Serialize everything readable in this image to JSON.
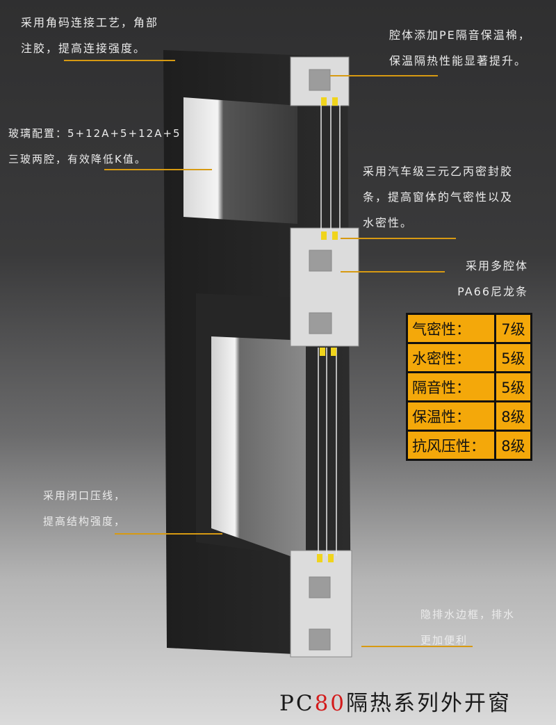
{
  "callouts": {
    "corner": [
      "采用角码连接工艺，角部",
      "注胶，提高连接强度。"
    ],
    "pe_insulation": [
      "腔体添加PE隔音保温棉，",
      "保温隔热性能显著提升。"
    ],
    "glass": [
      "玻璃配置：5+12A+5+12A+5",
      "三玻两腔，有效降低K值。"
    ],
    "seal": [
      "采用汽车级三元乙丙密封胶",
      "条，提高窗体的气密性以及",
      "水密性。"
    ],
    "nylon": [
      "采用多腔体",
      "PA66尼龙条"
    ],
    "bead": [
      "采用闭口压线，",
      "提高结构强度，"
    ],
    "drain": [
      "隐排水边框，排水",
      "更加便利"
    ]
  },
  "spec_table": [
    {
      "label": "气密性：",
      "value": "7级"
    },
    {
      "label": "水密性：",
      "value": "5级"
    },
    {
      "label": "隔音性：",
      "value": "5级"
    },
    {
      "label": "保温性：",
      "value": "8级"
    },
    {
      "label": "抗风压性：",
      "value": "8级"
    }
  ],
  "title": {
    "prefix": "PC",
    "number": "80",
    "suffix": "隔热系列外开窗"
  },
  "colors": {
    "accent_line": "#d79a12",
    "table_bg": "#f4a80a",
    "title_number": "#d31b1b"
  }
}
